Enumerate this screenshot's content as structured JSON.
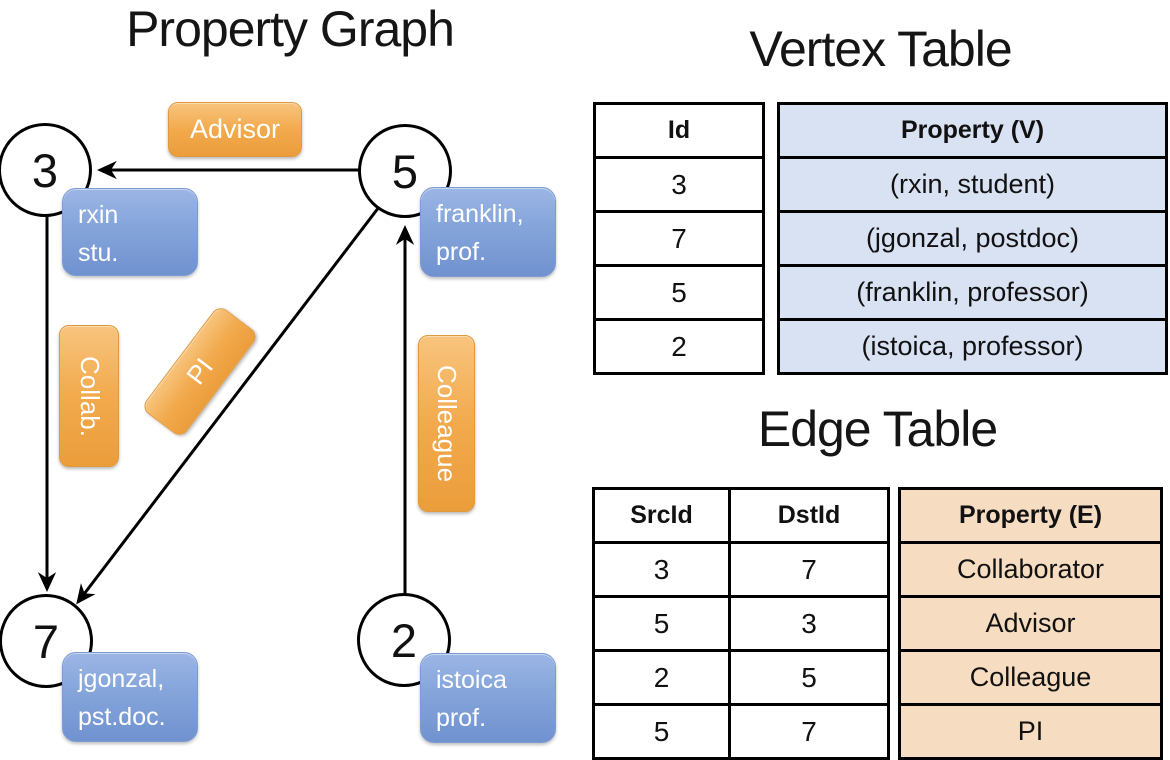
{
  "graph": {
    "title": "Property Graph",
    "nodes": [
      {
        "id": "3",
        "property_line1": "rxin",
        "property_line2": "stu."
      },
      {
        "id": "5",
        "property_line1": "franklin,",
        "property_line2": "prof."
      },
      {
        "id": "7",
        "property_line1": "jgonzal,",
        "property_line2": "pst.doc."
      },
      {
        "id": "2",
        "property_line1": "istoica",
        "property_line2": "prof."
      }
    ],
    "edges": [
      {
        "label": "Advisor",
        "from": "5",
        "to": "3"
      },
      {
        "label": "Collab.",
        "from": "3",
        "to": "7"
      },
      {
        "label": "PI",
        "from": "5",
        "to": "7"
      },
      {
        "label": "Colleague",
        "from": "2",
        "to": "5"
      }
    ]
  },
  "vertex_table": {
    "title": "Vertex Table",
    "columns": [
      "Id",
      "Property (V)"
    ],
    "rows": [
      [
        "3",
        "(rxin, student)"
      ],
      [
        "7",
        "(jgonzal, postdoc)"
      ],
      [
        "5",
        "(franklin, professor)"
      ],
      [
        "2",
        "(istoica, professor)"
      ]
    ]
  },
  "edge_table": {
    "title": "Edge Table",
    "columns": [
      "SrcId",
      "DstId",
      "Property (E)"
    ],
    "rows": [
      [
        "3",
        "7",
        "Collaborator"
      ],
      [
        "5",
        "3",
        "Advisor"
      ],
      [
        "2",
        "5",
        "Colleague"
      ],
      [
        "5",
        "7",
        "PI"
      ]
    ]
  },
  "colors": {
    "edge_label_orange": "#f0a64a",
    "vertex_label_blue": "#7e9cd4",
    "vertex_property_column_bg": "#d9e2f3",
    "edge_property_column_bg": "#f6dcc1",
    "table_border": "#000000"
  }
}
